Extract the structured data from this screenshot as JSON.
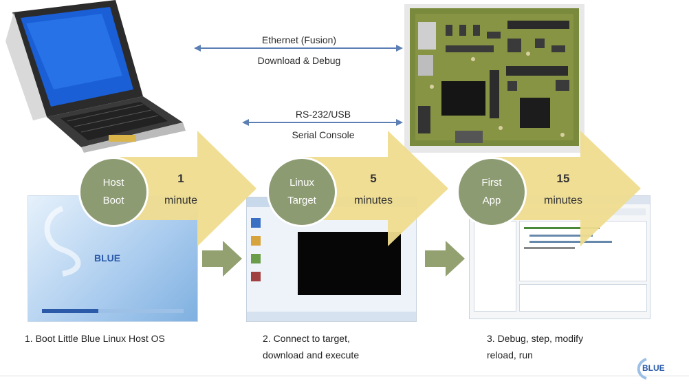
{
  "connections": {
    "ethernet": {
      "line1": "Ethernet (Fusion)",
      "line2": "Download & Debug"
    },
    "serial": {
      "line1": "RS-232/USB",
      "line2": "Serial Console"
    }
  },
  "steps": [
    {
      "circle_line1": "Host",
      "circle_line2": "Boot",
      "time_value": "1",
      "time_unit": "minute"
    },
    {
      "circle_line1": "Linux",
      "circle_line2": "Target",
      "time_value": "5",
      "time_unit": "minutes"
    },
    {
      "circle_line1": "First",
      "circle_line2": "App",
      "time_value": "15",
      "time_unit": "minutes"
    }
  ],
  "captions": {
    "c1": "1. Boot Little Blue Linux Host OS",
    "c2_line1": "2. Connect to target,",
    "c2_line2": "download and execute",
    "c3_line1": "3. Debug, step, modify",
    "c3_line2": "reload, run"
  },
  "splash_logo": "BLUE",
  "footer_logo": "BLUE",
  "colors": {
    "arrow_fill": "#efdc8f",
    "circle_fill": "#8d9b73",
    "small_arrow": "#93a070",
    "line": "#5b7fb5"
  }
}
